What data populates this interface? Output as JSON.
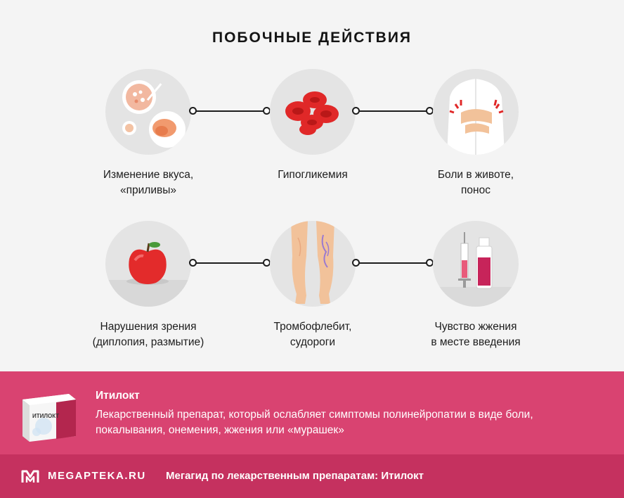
{
  "title": "ПОБОЧНЫЕ ДЕЙСТВИЯ",
  "effects": [
    {
      "line1": "Изменение вкуса,",
      "line2": "«приливы»",
      "icon": "food-plate-icon"
    },
    {
      "line1": "Гипогликемия",
      "line2": "",
      "icon": "blood-cells-icon"
    },
    {
      "line1": "Боли в животе,",
      "line2": "понос",
      "icon": "stomach-pain-icon"
    },
    {
      "line1": "Нарушения зрения",
      "line2": "(диплопия, размытие)",
      "icon": "blurred-apple-icon"
    },
    {
      "line1": "Тромбофлебит,",
      "line2": "судороги",
      "icon": "legs-veins-icon"
    },
    {
      "line1": "Чувство жжения",
      "line2": "в месте введения",
      "icon": "syringe-vial-icon"
    }
  ],
  "drug": {
    "name": "Итилокт",
    "description": "Лекарственный препарат, который ослабляет симптомы полинейропатии в виде боли, покалывания, онемения, жжения или «мурашек»",
    "package_label": "ИТИЛОКТ"
  },
  "footer": {
    "brand": "MEGAPTEKA.RU",
    "text": "Мегагид по лекарственным препаратам: Итилокт"
  },
  "colors": {
    "accent": "#d94371",
    "footer": "#c5315f",
    "background": "#f4f4f4",
    "circle": "#e4e4e4"
  }
}
